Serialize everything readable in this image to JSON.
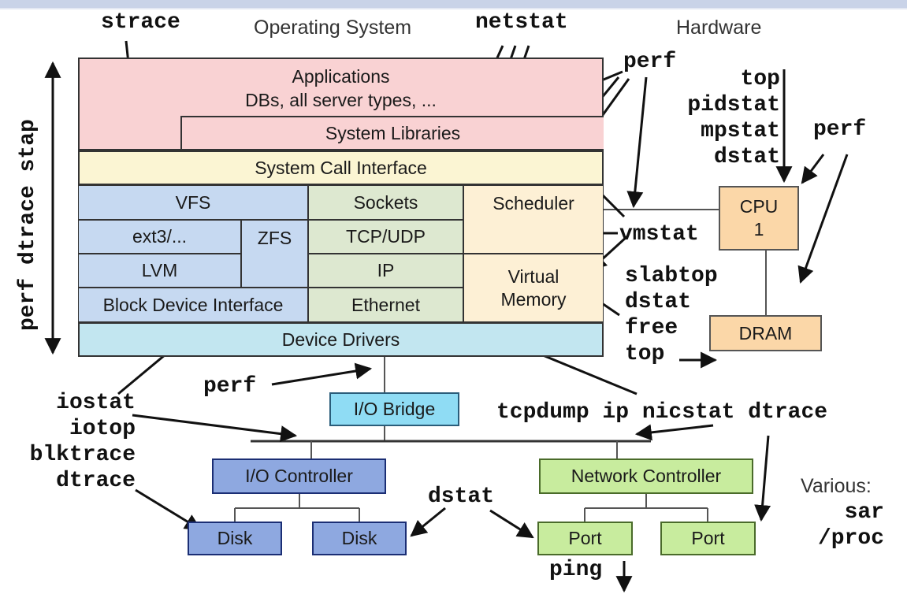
{
  "headers": {
    "os": "Operating System",
    "hardware": "Hardware"
  },
  "os_layers": {
    "applications_line1": "Applications",
    "applications_line2": "DBs, all server types, ...",
    "system_libraries": "System Libraries",
    "system_call_interface": "System Call Interface",
    "vfs": "VFS",
    "ext3": "ext3/...",
    "zfs": "ZFS",
    "lvm": "LVM",
    "block_device_interface": "Block Device Interface",
    "sockets": "Sockets",
    "tcp_udp": "TCP/UDP",
    "ip": "IP",
    "ethernet": "Ethernet",
    "scheduler": "Scheduler",
    "virtual_memory_line1": "Virtual",
    "virtual_memory_line2": "Memory",
    "device_drivers": "Device Drivers"
  },
  "hardware": {
    "cpu_line1": "CPU",
    "cpu_line2": "1",
    "dram": "DRAM",
    "io_bridge": "I/O Bridge",
    "io_controller": "I/O Controller",
    "network_controller": "Network Controller",
    "disk1": "Disk",
    "disk2": "Disk",
    "port1": "Port",
    "port2": "Port"
  },
  "tools": {
    "strace": "strace",
    "netstat": "netstat",
    "perf_apps": "perf",
    "cpu_tools": [
      "top",
      "pidstat",
      "mpstat",
      "dstat"
    ],
    "perf_cpu": "perf",
    "vmstat": "vmstat",
    "mem_tools": [
      "slabtop",
      "dstat",
      "free",
      "top"
    ],
    "perf_drivers": "perf",
    "disk_tools": [
      "iostat",
      "iotop",
      "blktrace",
      "dtrace"
    ],
    "net_tools": "tcpdump ip nicstat dtrace",
    "dstat_io": "dstat",
    "ping": "ping",
    "various_label": "Various:",
    "various_tools": [
      "sar",
      "/proc"
    ],
    "vertical": "perf dtrace stap"
  }
}
